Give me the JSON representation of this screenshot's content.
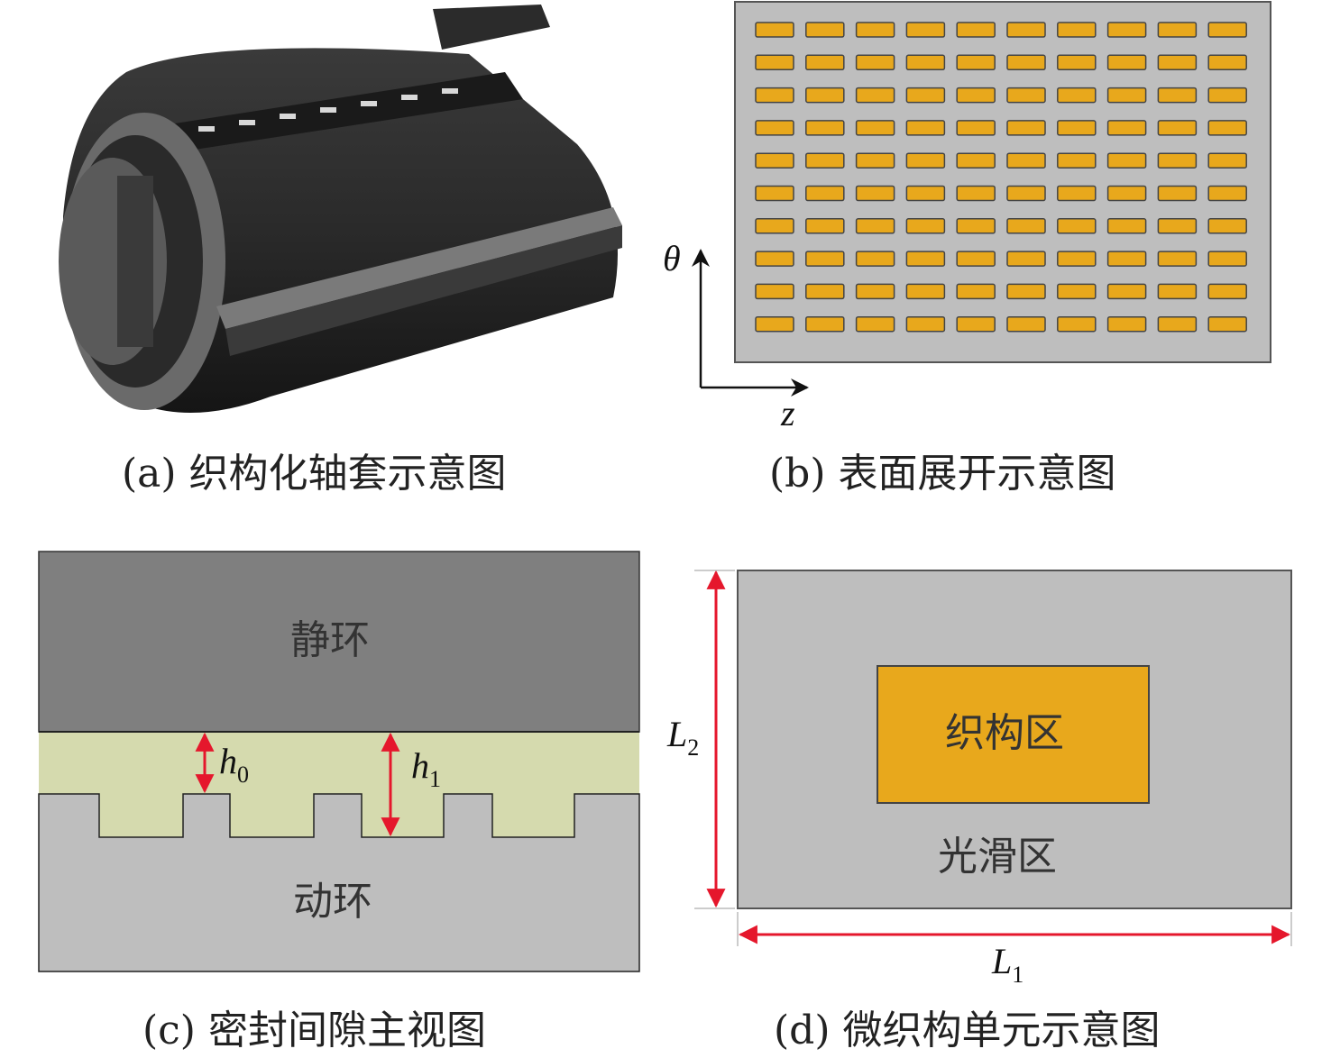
{
  "captions": {
    "a": "(a) 织构化轴套示意图",
    "b": "(b) 表面展开示意图",
    "c": "(c) 密封间隙主视图",
    "d": "(d) 微织构单元示意图"
  },
  "panel_b": {
    "axis_theta": "θ",
    "axis_z": "z",
    "grid_rows": 10,
    "grid_cols": 10
  },
  "panel_c": {
    "static_ring": "静环",
    "moving_ring": "动环",
    "h0_base": "h",
    "h0_sub": "0",
    "h1_base": "h",
    "h1_sub": "1"
  },
  "panel_d": {
    "texture_zone": "织构区",
    "smooth_zone": "光滑区",
    "L1_base": "L",
    "L1_sub": "1",
    "L2_base": "L",
    "L2_sub": "2"
  },
  "colors": {
    "texture": "#E8A81C",
    "gray_surface": "#BEBEBE",
    "static_ring": "#7F7F7F",
    "fluid": "#D5DAAE",
    "arrow": "#E5172C"
  }
}
